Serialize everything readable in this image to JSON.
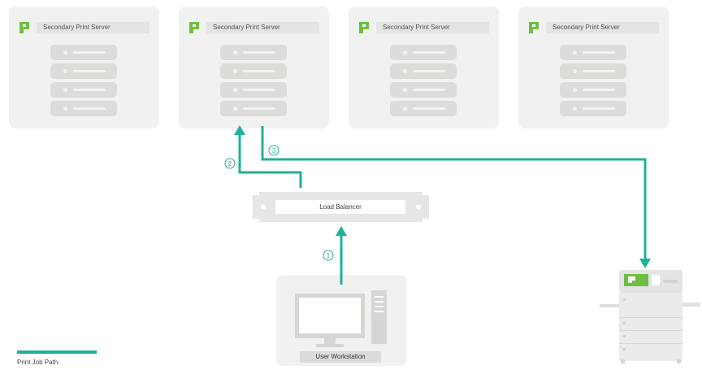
{
  "servers": [
    {
      "title": "Secondary Print Server"
    },
    {
      "title": "Secondary Print Server"
    },
    {
      "title": "Secondary Print Server"
    },
    {
      "title": "Secondary Print Server"
    }
  ],
  "load_balancer": {
    "label": "Load Balancer"
  },
  "workstation": {
    "label": "User Workstation"
  },
  "steps": [
    "1",
    "2",
    "3"
  ],
  "legend": {
    "label": "Print Job Path"
  },
  "colors": {
    "path": "#1fb09a",
    "brand": "#6fbe44",
    "panel": "#f1f1f0"
  }
}
